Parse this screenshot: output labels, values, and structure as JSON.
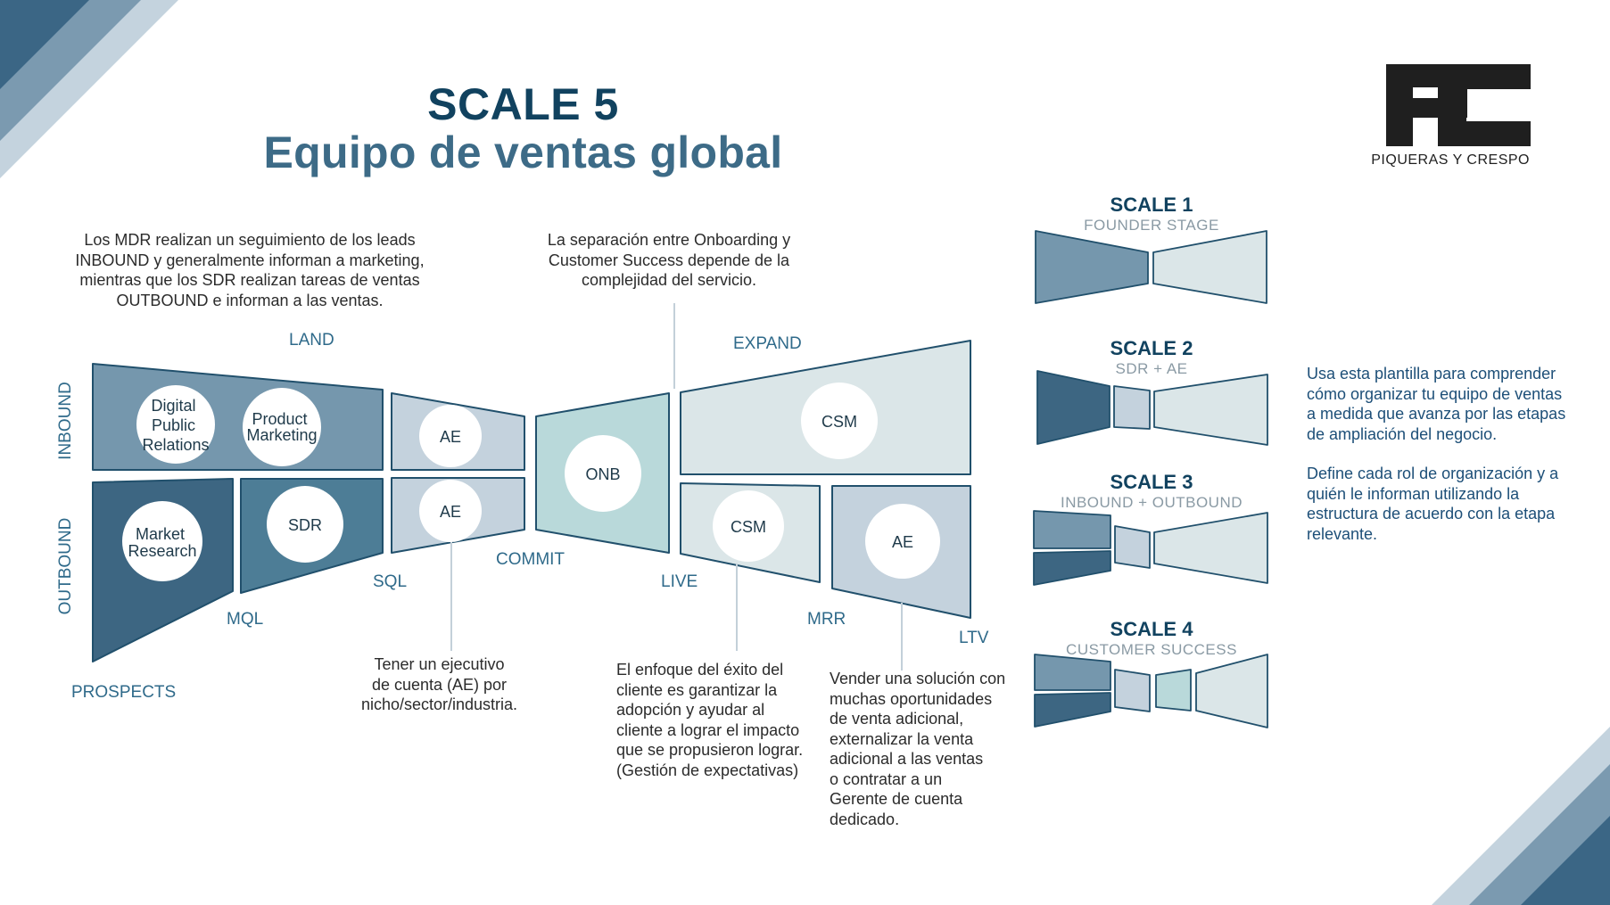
{
  "title": {
    "line1": "SCALE 5",
    "line2": "Equipo de ventas global"
  },
  "logo": {
    "brand": "PIQUERAS Y CRESPO"
  },
  "notes": {
    "mdr_sdr": [
      "Los MDR realizan un seguimiento de los leads",
      "INBOUND y generalmente informan a marketing,",
      "mientras que los SDR realizan tareas de ventas",
      "OUTBOUND e informan a las ventas."
    ],
    "onboarding": [
      "La separación entre Onboarding y",
      "Customer Success depende de la",
      "complejidad del servicio."
    ],
    "ae_niche": [
      "Tener un ejecutivo",
      "de cuenta (AE) por",
      "nicho/sector/industria."
    ],
    "csm_focus": [
      "El enfoque del éxito del",
      "cliente es garantizar la",
      "adopción y ayudar al",
      "cliente a lograr el impacto",
      "que se propusieron lograr.",
      "(Gestión de expectativas)"
    ],
    "upsell": [
      "Vender una solución con",
      "muchas oportunidades",
      "de venta adicional,",
      "externalizar la venta",
      "adicional a las ventas",
      "o contratar a un",
      "Gerente de cuenta",
      "dedicado."
    ]
  },
  "stages": {
    "land": "LAND",
    "expand": "EXPAND",
    "inbound": "INBOUND",
    "outbound": "OUTBOUND",
    "prospects": "PROSPECTS",
    "mql": "MQL",
    "sql": "SQL",
    "commit": "COMMIT",
    "live": "LIVE",
    "mrr": "MRR",
    "ltv": "LTV"
  },
  "roles": {
    "digital_pr": [
      "Digital",
      "Public",
      "Relations"
    ],
    "product_marketing": [
      "Product",
      "Marketing"
    ],
    "market_research": [
      "Market",
      "Research"
    ],
    "sdr": "SDR",
    "ae_inbound": "AE",
    "ae_outbound": "AE",
    "onb": "ONB",
    "csm_expand": "CSM",
    "csm_live": "CSM",
    "ae_mrr": "AE"
  },
  "scales": [
    {
      "title": "SCALE 1",
      "subtitle": "FOUNDER STAGE"
    },
    {
      "title": "SCALE 2",
      "subtitle": "SDR + AE"
    },
    {
      "title": "SCALE 3",
      "subtitle": "INBOUND + OUTBOUND"
    },
    {
      "title": "SCALE 4",
      "subtitle": "CUSTOMER SUCCESS"
    }
  ],
  "description": {
    "para1": [
      "Usa esta plantilla para comprender",
      "cómo organizar tu equipo de ventas",
      "a medida que avanza por las etapas",
      "de ampliación del negocio."
    ],
    "para2": [
      "Define cada rol de organización y a",
      "quién le informan utilizando la",
      "estructura de acuerdo con la etapa",
      "relevante."
    ]
  },
  "colors": {
    "navy": "#11425f",
    "dark": "#3d6682",
    "teal": "#4d7d96",
    "mid": "#7597ad",
    "light": "#c4d2dd",
    "mint": "#b9d9da",
    "pale": "#dbe6e8",
    "stroke": "#21506c"
  }
}
